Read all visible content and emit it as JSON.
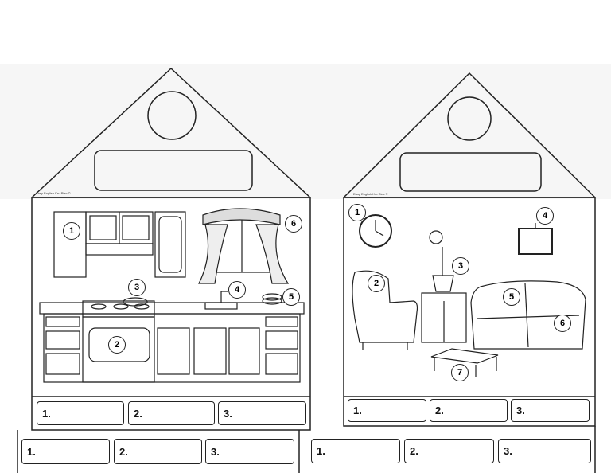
{
  "left_house": {
    "credit": "Easy English Kru Riac ©",
    "labels": [
      "1",
      "2",
      "3",
      "4",
      "5",
      "6"
    ],
    "answers": [
      "1.",
      "2.",
      "3."
    ]
  },
  "right_house": {
    "credit": "Easy English Kru Riac ©",
    "labels": [
      "1",
      "2",
      "3",
      "4",
      "5",
      "6",
      "7"
    ],
    "answers": [
      "1.",
      "2.",
      "3."
    ]
  },
  "bottom_row": {
    "answers": [
      "1.",
      "2.",
      "3.",
      "1.",
      "2.",
      "3."
    ]
  }
}
